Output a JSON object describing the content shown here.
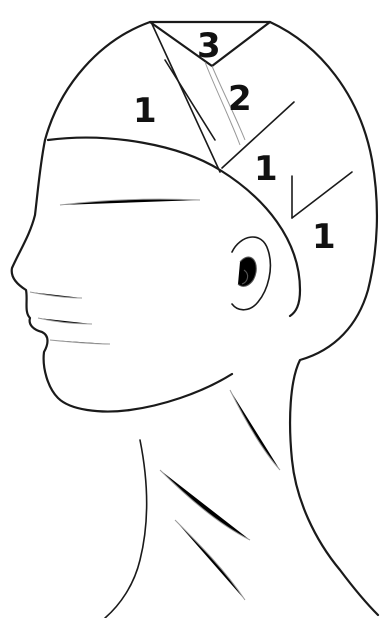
{
  "section_labels": [
    {
      "id": "top-triangle",
      "text": "3"
    },
    {
      "id": "crown-back",
      "text": "2"
    },
    {
      "id": "front-top",
      "text": "1"
    },
    {
      "id": "crown-side",
      "text": "1"
    },
    {
      "id": "nape",
      "text": "1"
    }
  ]
}
